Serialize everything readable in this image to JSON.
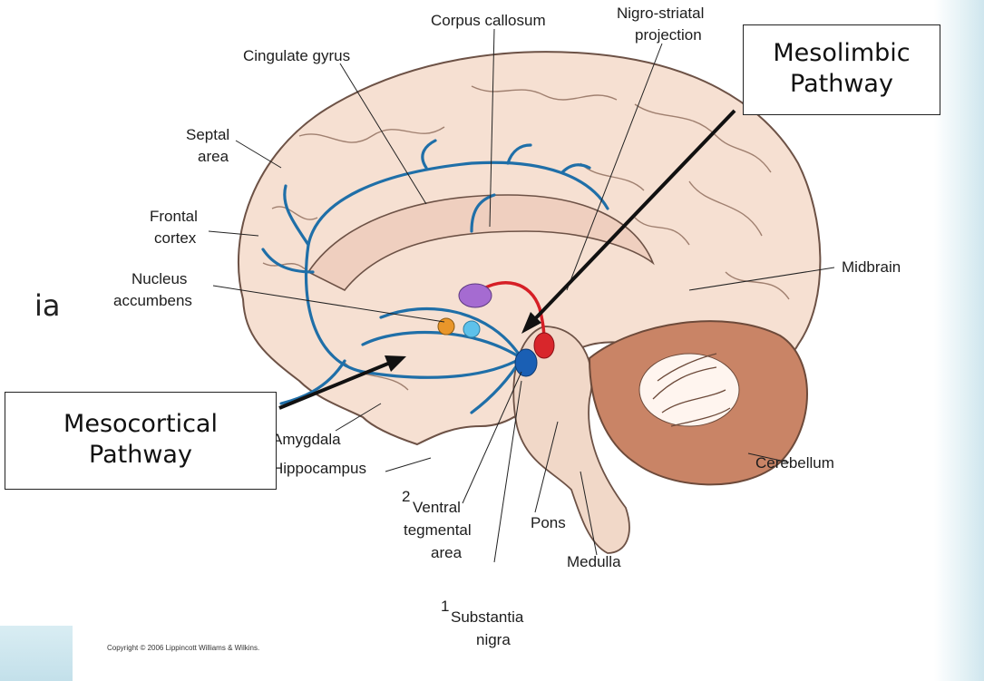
{
  "slide": {
    "text_fragment": "ia"
  },
  "diagram": {
    "labels": {
      "corpus_callosum": "Corpus callosum",
      "nigro_striatal_1": "Nigro-striatal",
      "nigro_striatal_2": "projection",
      "cingulate_gyrus": "Cingulate gyrus",
      "septal_1": "Septal",
      "septal_2": "area",
      "frontal_1": "Frontal",
      "frontal_2": "cortex",
      "nucleus_1": "Nucleus",
      "nucleus_2": "accumbens",
      "midbrain": "Midbrain",
      "amygdala": "Amygdala",
      "hippocampus": "Hippocampus",
      "cerebellum": "Cerebellum",
      "vta_1": "Ventral",
      "vta_2": "tegmental",
      "vta_3": "area",
      "vta_marker": "2",
      "pons": "Pons",
      "medulla": "Medulla",
      "substantia_marker": "1",
      "substantia_1": "Substantia",
      "substantia_2": "nigra"
    },
    "copyright": "Copyright © 2006 Lippincott Williams & Wilkins.",
    "colors": {
      "pathway_blue": "#1f6fa8",
      "nigrostriatal_red": "#d61f26",
      "striatum_purple": "#a56bd1",
      "nucleus_orange": "#e9962a",
      "septal_lightblue": "#5ec1ea",
      "vta_blue": "#1a5fb4",
      "substantia_red": "#d8262b",
      "brain_fill": "#f6e0d2",
      "cerebellum_fill": "#c98466"
    }
  },
  "callouts": {
    "mesolimbic": {
      "line1": "Mesolimbic",
      "line2": "Pathway"
    },
    "mesocortical": {
      "line1": "Mesocortical",
      "line2": "Pathway"
    }
  }
}
